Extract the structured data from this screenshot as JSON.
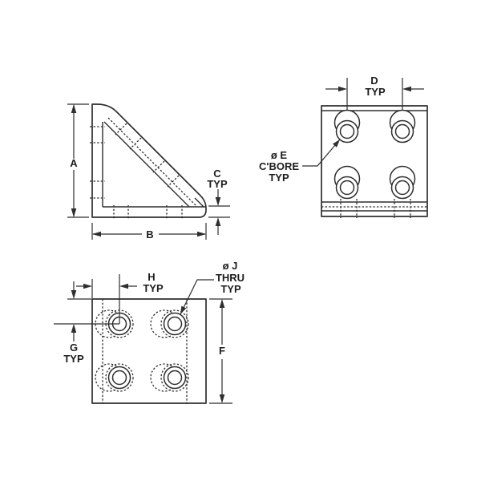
{
  "colors": {
    "line_color": "#2e2e2e",
    "background": "#ffffff"
  },
  "labels": {
    "side": {
      "a": "A",
      "b": "B",
      "c": "C",
      "c_typ": "TYP"
    },
    "top": {
      "d": "D",
      "d_typ": "TYP",
      "e_dia": "ø E",
      "e_cbore": "C'BORE",
      "e_typ": "TYP"
    },
    "bottom": {
      "h": "H",
      "h_typ": "TYP",
      "g": "G",
      "g_typ": "TYP",
      "f": "F",
      "j_dia": "ø J",
      "j_thru": "THRU",
      "j_typ": "TYP"
    }
  }
}
